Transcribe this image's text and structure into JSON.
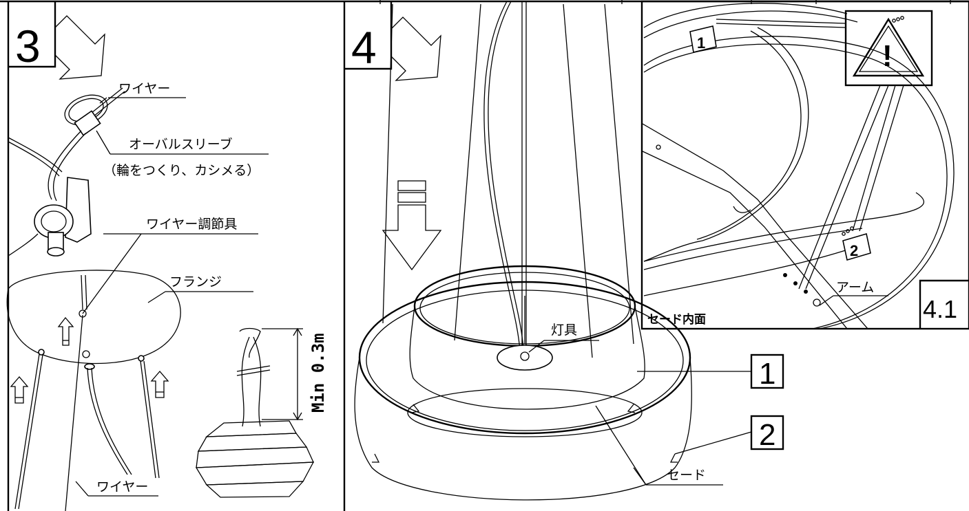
{
  "step3": {
    "number": "3",
    "labels": {
      "wire_top": "ワイヤー",
      "oval_sleeve": "オーバルスリーブ",
      "sleeve_note": "（輪をつくり、カシメる）",
      "wire_adjuster": "ワイヤー調節具",
      "flange": "フランジ",
      "wire_bottom": "ワイヤー",
      "min_height": "Min 0.3m"
    }
  },
  "step4": {
    "number": "4",
    "labels": {
      "fixture": "灯具",
      "shade": "セード",
      "part1": "1",
      "part2": "2"
    }
  },
  "detail": {
    "number": "4.1",
    "labels": {
      "tag1": "1",
      "tag2": "2",
      "arm": "アーム",
      "shade_inner": "セード内面",
      "warning": "!"
    }
  }
}
